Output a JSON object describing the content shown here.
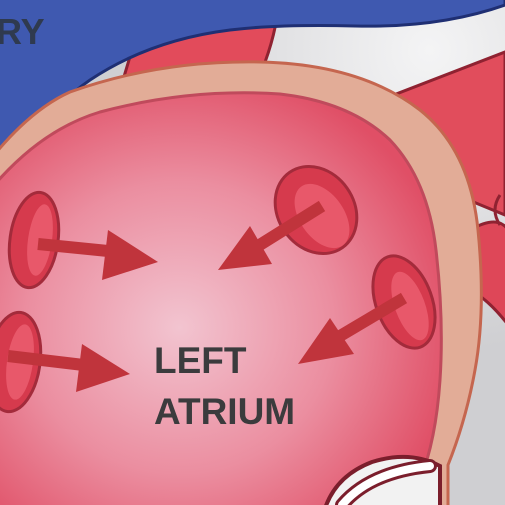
{
  "labels": {
    "vessel": "RY",
    "chamber_line1": "LEFT",
    "chamber_line2": "ATRIUM"
  },
  "colors": {
    "background_gray": "#d9d9db",
    "artery_blue": "#3d57ad",
    "artery_outline": "#1f2f73",
    "vessel_red": "#e34d5d",
    "vessel_outline": "#8f2231",
    "atrium_wall_tan": "#e3ad97",
    "atrium_pink_center": "#f2bfcc",
    "atrium_pink_edge": "#e3516a",
    "vein_opening": "#d63b4e",
    "arrow": "#c0343c",
    "label_text": "#3b3b3d",
    "valve_white": "#ffffff"
  },
  "icons": {
    "flow_arrow": "arrow-icon"
  }
}
